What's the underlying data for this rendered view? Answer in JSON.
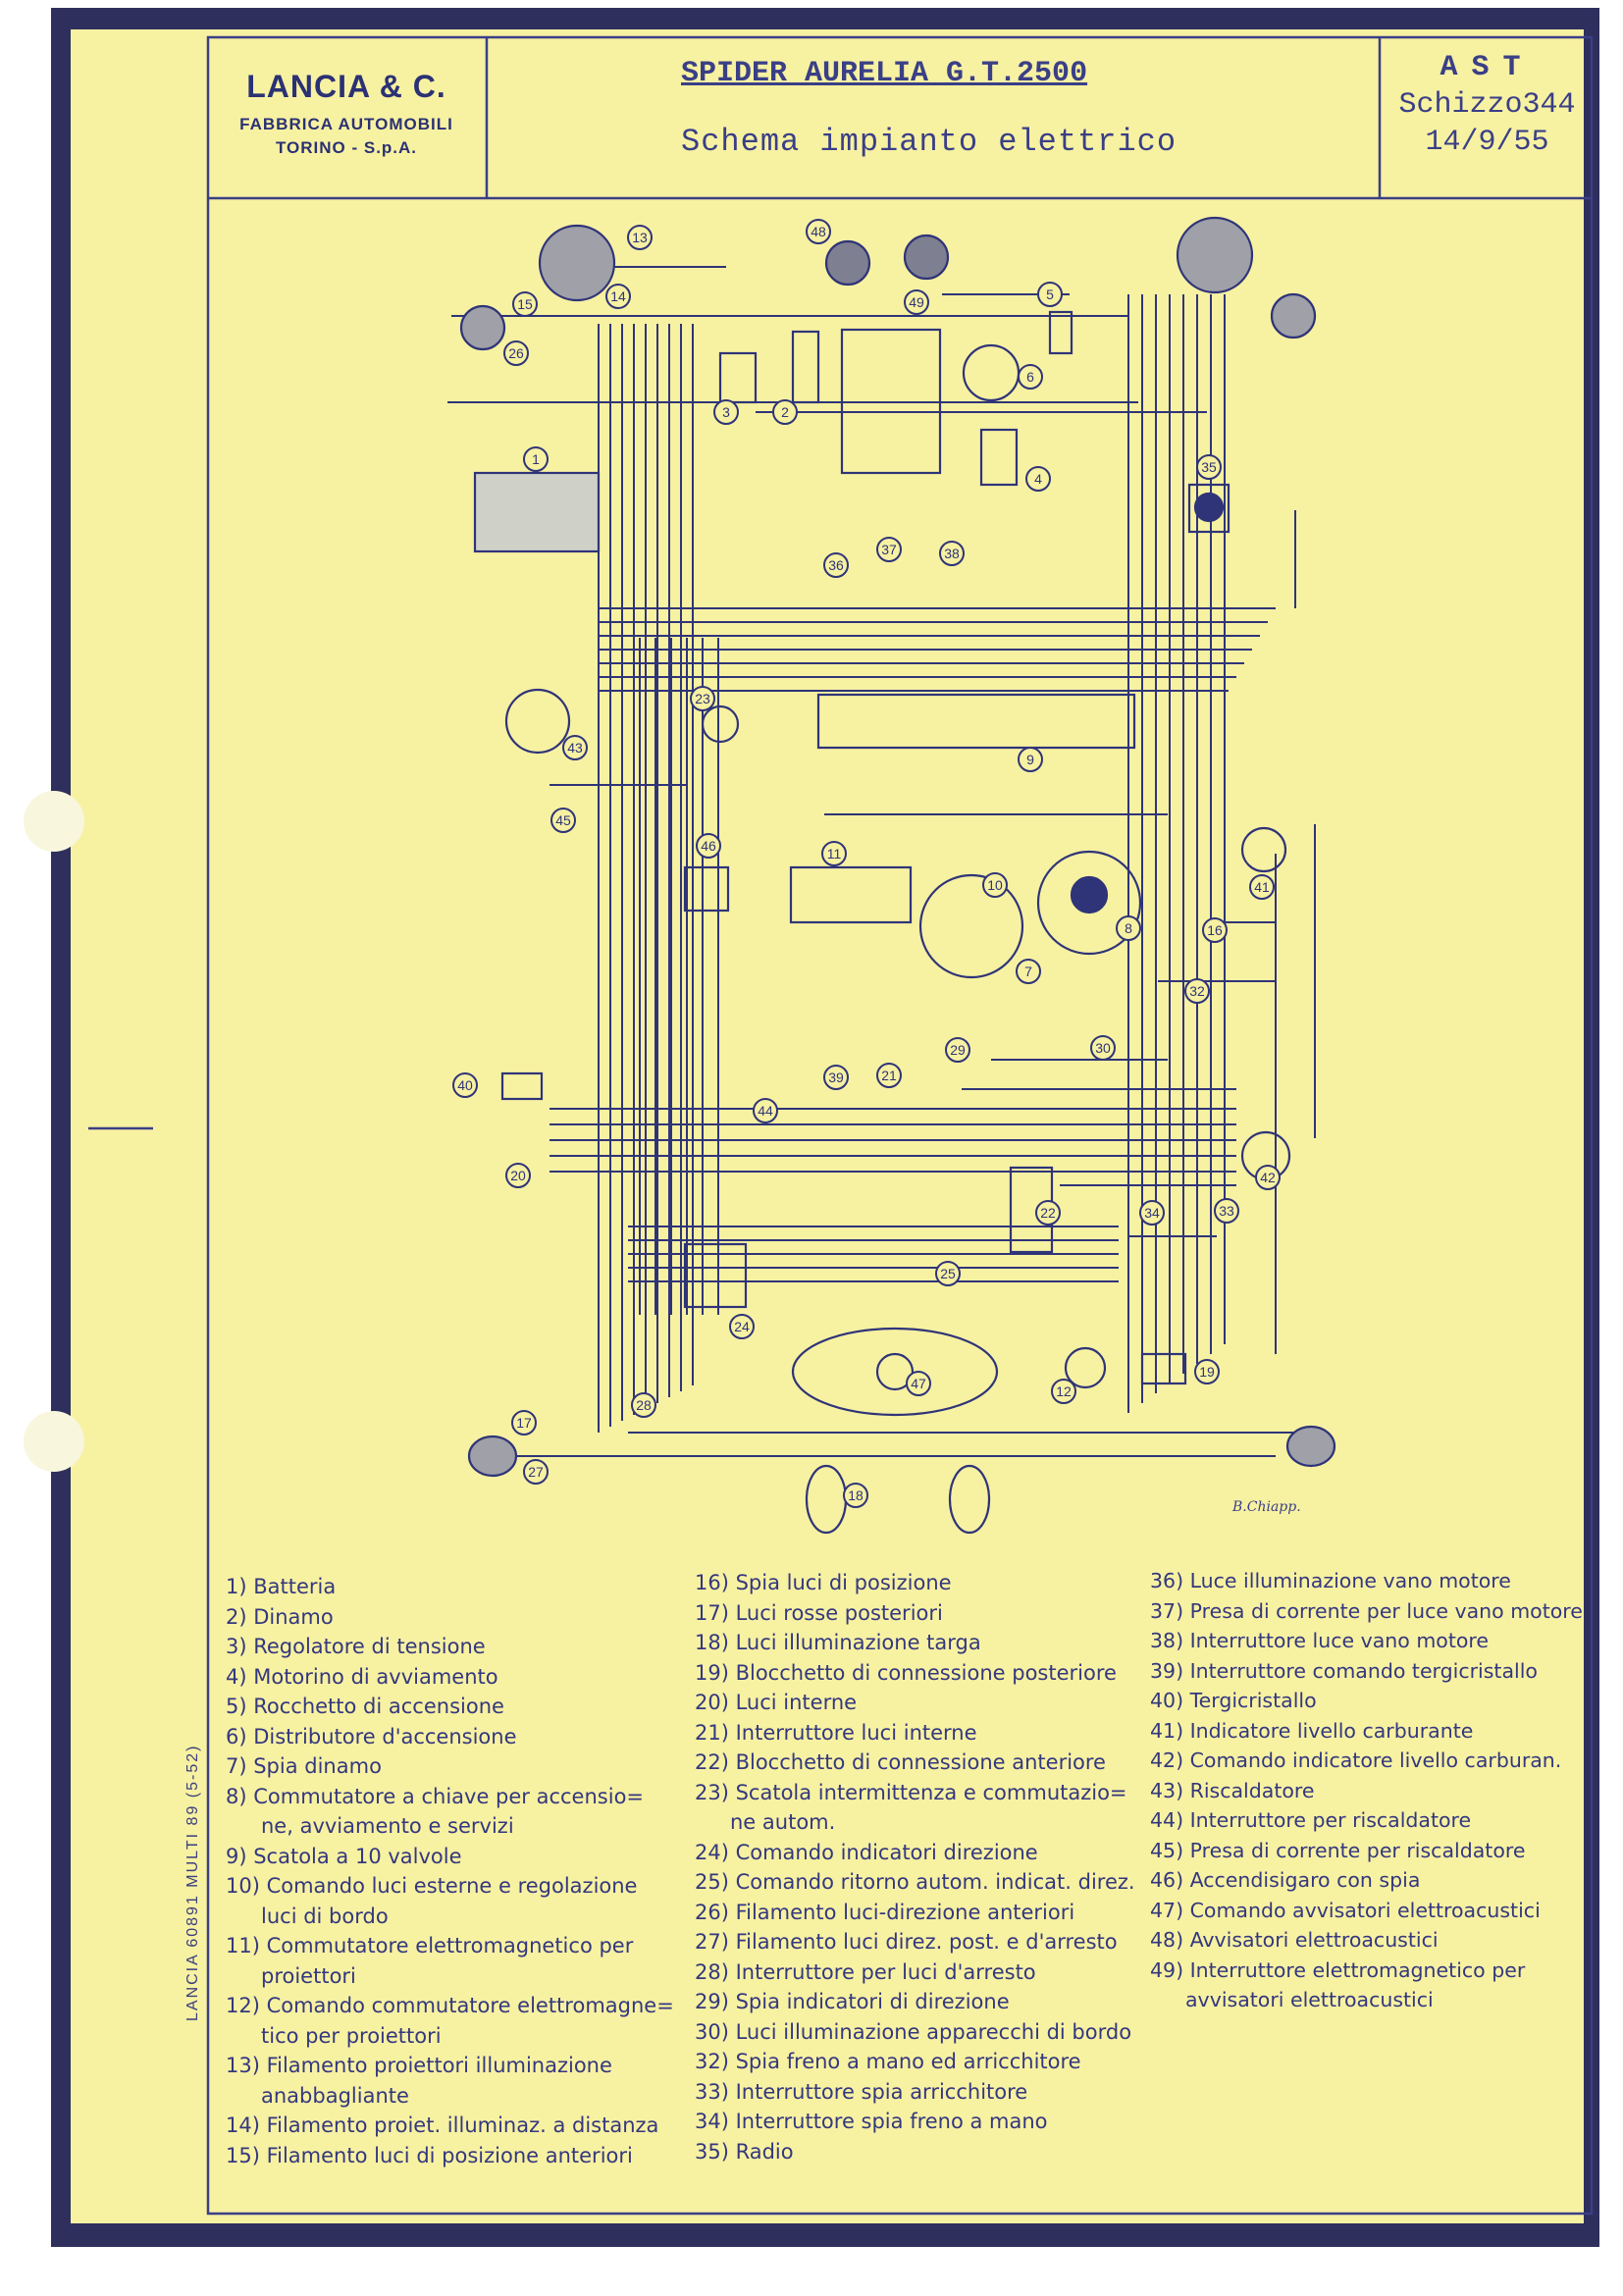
{
  "header": {
    "company": "LANCIA & C.",
    "company_sub1": "FABBRICA AUTOMOBILI",
    "company_sub2": "TORINO - S.p.A.",
    "title": "SPIDER AURELIA G.T.2500",
    "subtitle": "Schema impianto elettrico",
    "ref1": "AST",
    "ref2": "Schizzo344",
    "ref3": "14/9/55"
  },
  "side_note": "LANCIA 60891 MULTI 89 (5-52)",
  "signature": "B.Chiapp.",
  "component_numbers": [
    "1",
    "2",
    "3",
    "4",
    "5",
    "6",
    "7",
    "8",
    "9",
    "10",
    "11",
    "12",
    "13",
    "14",
    "15",
    "16",
    "17",
    "18",
    "19",
    "20",
    "21",
    "22",
    "23",
    "24",
    "25",
    "26",
    "27",
    "28",
    "29",
    "30",
    "32",
    "33",
    "34",
    "35",
    "36",
    "37",
    "38",
    "39",
    "40",
    "41",
    "42",
    "43",
    "44",
    "45",
    "46",
    "47",
    "48",
    "49"
  ],
  "legend": {
    "col1": [
      "1) Batteria",
      "2) Dinamo",
      "3) Regolatore di tensione",
      "4) Motorino di avviamento",
      "5) Rocchetto di accensione",
      "6) Distributore d'accensione",
      "7) Spia dinamo",
      "8) Commutatore a chiave per accensio=",
      "ne, avviamento e servizi",
      "9) Scatola a 10 valvole",
      "10) Comando luci esterne e regolazione",
      "luci di bordo",
      "11) Commutatore elettromagnetico per",
      "proiettori",
      "12) Comando commutatore elettromagne=",
      "tico per proiettori",
      "13) Filamento proiettori illuminazione",
      "anabbagliante",
      "14) Filamento proiet. illuminaz. a distanza",
      "15) Filamento luci di posizione anteriori"
    ],
    "col2": [
      "16) Spia luci di posizione",
      "17) Luci rosse posteriori",
      "18) Luci illuminazione targa",
      "19) Blocchetto di connessione posteriore",
      "20) Luci interne",
      "21) Interruttore luci interne",
      "22) Blocchetto di connessione anteriore",
      "23) Scatola intermittenza e commutazio=",
      "ne autom.",
      "24) Comando indicatori direzione",
      "25) Comando ritorno autom. indicat. direz.",
      "26) Filamento luci-direzione anteriori",
      "27) Filamento luci direz. post. e d'arresto",
      "28) Interruttore per luci d'arresto",
      "29) Spia indicatori di direzione",
      "30) Luci illuminazione apparecchi di bordo",
      "32) Spia freno a mano ed arricchitore",
      "33) Interruttore spia arricchitore",
      "34) Interruttore spia freno a mano",
      "35) Radio"
    ],
    "col3": [
      "36) Luce illuminazione vano motore",
      "37) Presa di corrente per luce vano motore",
      "38) Interruttore luce vano motore",
      "39) Interruttore comando tergicristallo",
      "40) Tergicristallo",
      "41) Indicatore livello carburante",
      "42) Comando indicatore livello carburan.",
      "43) Riscaldatore",
      "44) Interruttore per riscaldatore",
      "45) Presa di corrente per riscaldatore",
      "46) Accendisigaro con spia",
      "47) Comando avvisatori elettroacustici",
      "48) Avvisatori elettroacustici",
      "49) Interruttore elettromagnetico per",
      "avvisatori elettroacustici"
    ]
  }
}
